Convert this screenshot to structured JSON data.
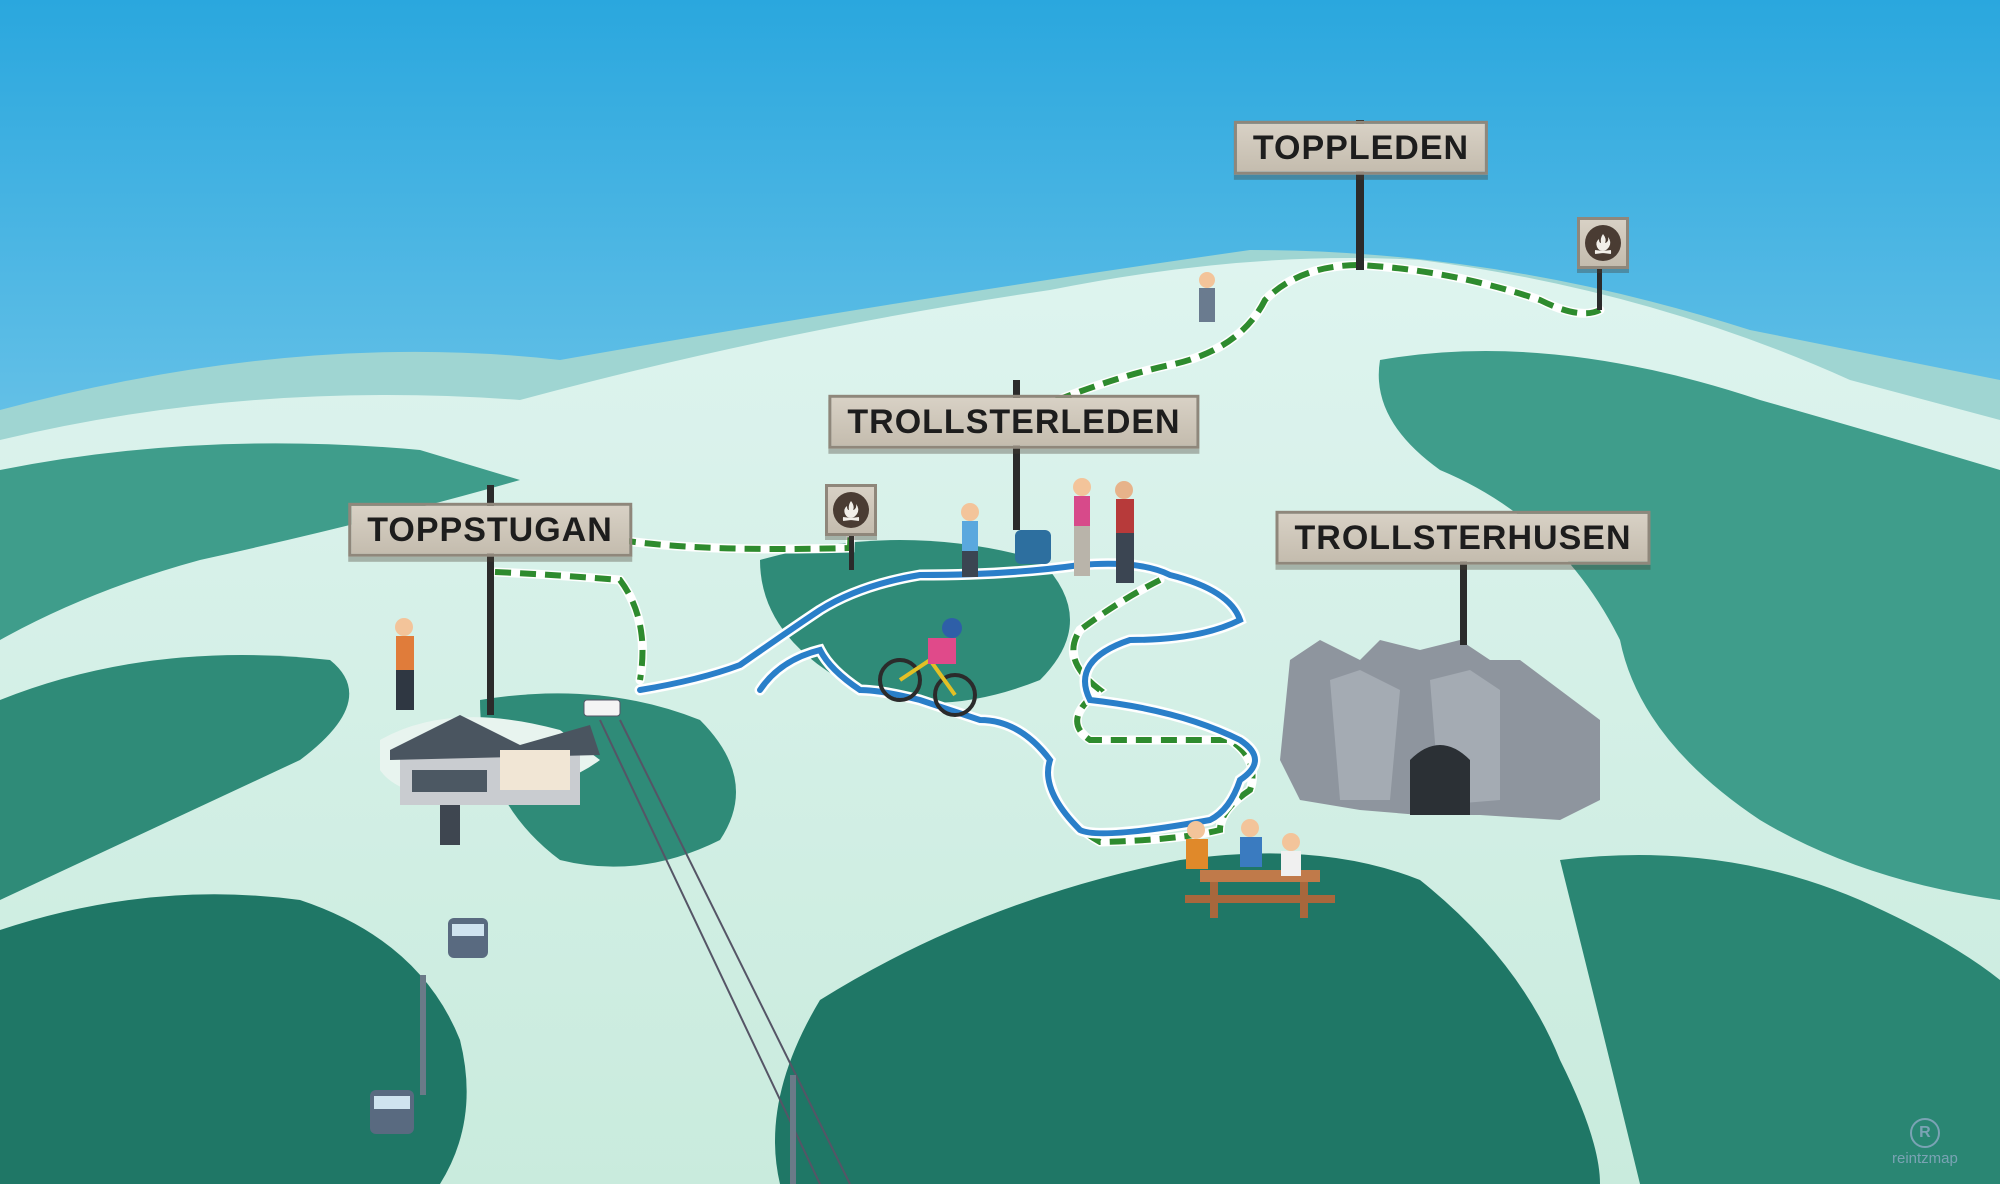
{
  "map": {
    "labels": {
      "toppleden": "TOPPLEDEN",
      "trollsterleden": "TROLLSTERLEDEN",
      "toppstugan": "TOPPSTUGAN",
      "trollsterhusen": "TROLLSTERHUSEN"
    },
    "watermark": "reintzmap",
    "colors": {
      "sky_top": "#2aa7de",
      "sky_bottom": "#cdeef7",
      "slope": "#d4efe6",
      "forest_dark": "#1d7a6a",
      "forest_light": "#5fb3a0",
      "hiking_trail": "#2e8b2e",
      "bike_trail": "#2a7fc9",
      "sign_wood": "#cfc8bb"
    },
    "icons": [
      "campfire-icon",
      "campfire-icon",
      "gondola-icon",
      "cabin-icon",
      "rock-formation-icon",
      "picnic-table-icon"
    ]
  }
}
